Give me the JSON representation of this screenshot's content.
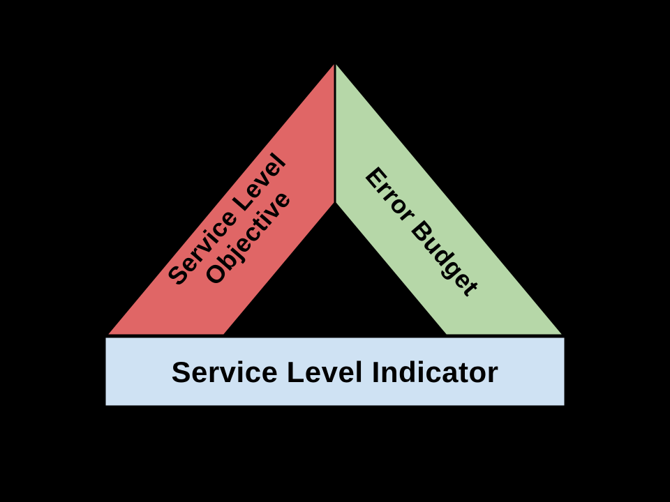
{
  "diagram": {
    "background_color": "#000000",
    "outline_color": "#000000",
    "slo": {
      "line1": "Service Level",
      "line2": "Objective",
      "color": "#e06666"
    },
    "error_budget": {
      "label": "Error Budget",
      "color": "#b6d7a8"
    },
    "sli": {
      "label": "Service Level Indicator",
      "color": "#cfe2f3"
    }
  }
}
